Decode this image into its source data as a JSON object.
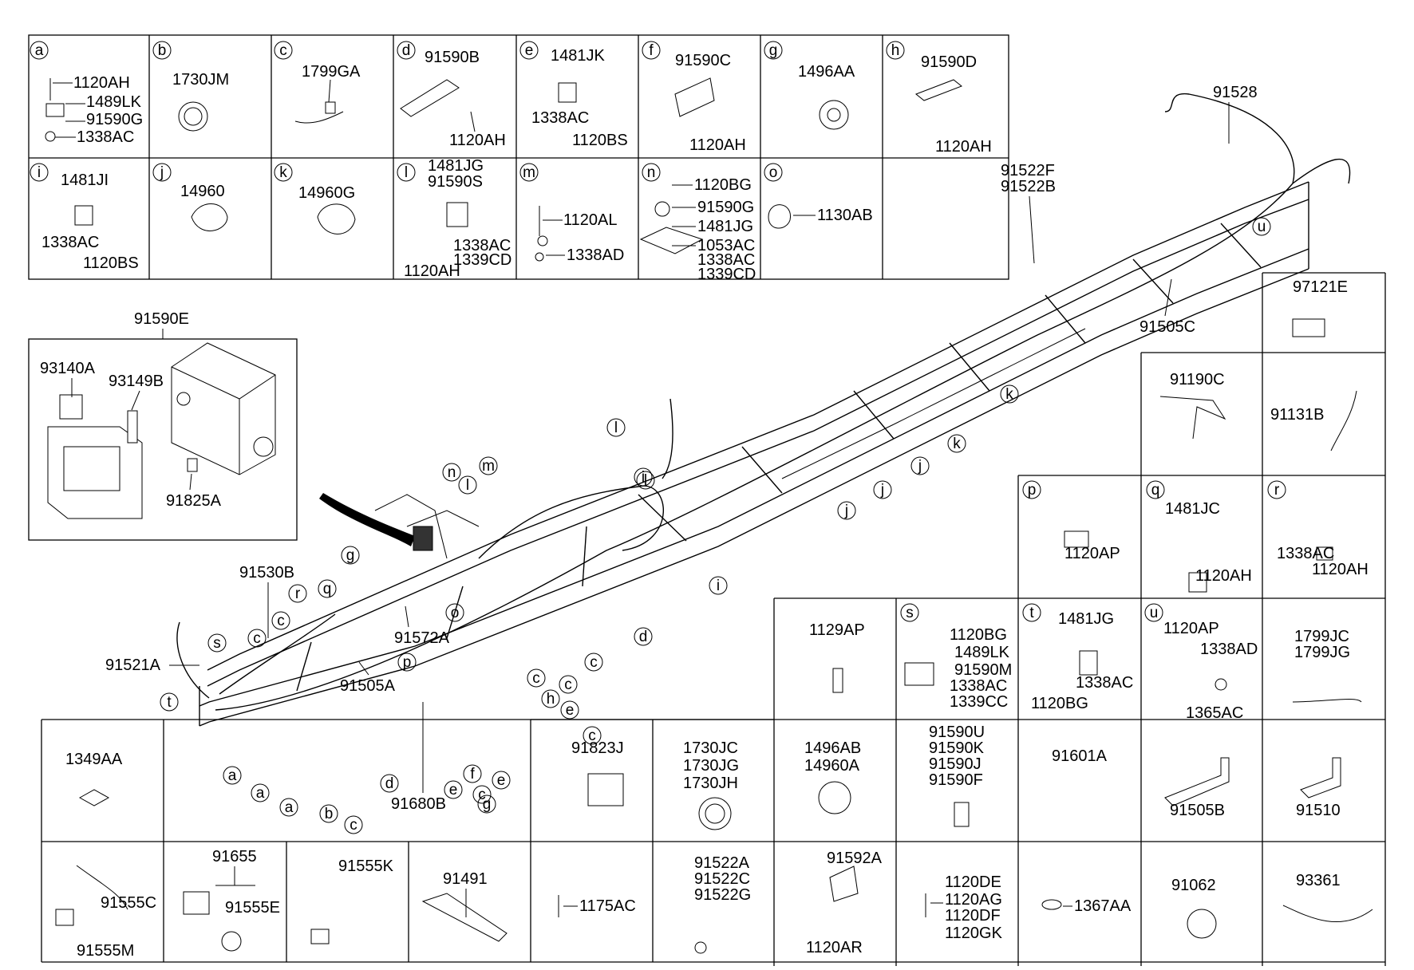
{
  "grid_top": [
    {
      "letter": "a",
      "parts": [
        "1120AH",
        "1489LK",
        "91590G",
        "1338AC"
      ]
    },
    {
      "letter": "b",
      "parts": [
        "1730JM"
      ]
    },
    {
      "letter": "c",
      "parts": [
        "1799GA"
      ]
    },
    {
      "letter": "d",
      "parts": [
        "91590B",
        "1120AH"
      ]
    },
    {
      "letter": "e",
      "parts": [
        "1481JK",
        "1338AC",
        "1120BS"
      ]
    },
    {
      "letter": "f",
      "parts": [
        "91590C",
        "1120AH"
      ]
    },
    {
      "letter": "g",
      "parts": [
        "1496AA"
      ]
    },
    {
      "letter": "h",
      "parts": [
        "91590D",
        "1120AH"
      ]
    },
    {
      "letter": "i",
      "parts": [
        "1481JI",
        "1338AC",
        "1120BS"
      ]
    },
    {
      "letter": "j",
      "parts": [
        "14960"
      ]
    },
    {
      "letter": "k",
      "parts": [
        "14960G"
      ]
    },
    {
      "letter": "l",
      "parts": [
        "1481JG",
        "91590S",
        "1338AC",
        "1339CD",
        "1120AH"
      ]
    },
    {
      "letter": "m",
      "parts": [
        "1120AL",
        "1338AD"
      ]
    },
    {
      "letter": "n",
      "parts": [
        "1120BG",
        "91590G",
        "1481JG",
        "1053AC",
        "1338AC",
        "1339CD"
      ]
    },
    {
      "letter": "o",
      "parts": [
        "1130AB"
      ]
    }
  ],
  "inset": {
    "title": "91590E",
    "parts": [
      "93140A",
      "93149B",
      "91825A"
    ]
  },
  "main": {
    "parts": [
      "91528",
      "91522F",
      "91522B",
      "91505C",
      "91530B",
      "91521A",
      "91572A",
      "91505A",
      "91680B"
    ],
    "callouts": [
      "a",
      "a",
      "a",
      "b",
      "c",
      "c",
      "c",
      "c",
      "c",
      "c",
      "c",
      "c",
      "d",
      "d",
      "e",
      "e",
      "e",
      "f",
      "g",
      "g",
      "h",
      "i",
      "i",
      "j",
      "j",
      "j",
      "k",
      "k",
      "l",
      "l",
      "l",
      "m",
      "n",
      "o",
      "p",
      "q",
      "r",
      "s",
      "t",
      "u"
    ]
  },
  "grid_right": [
    {
      "letter": "",
      "parts": [
        "97121E"
      ]
    },
    {
      "letter": "",
      "parts": [
        "91190C"
      ]
    },
    {
      "letter": "",
      "parts": [
        "91131B"
      ]
    },
    {
      "letter": "p",
      "parts": [
        "1120AP"
      ]
    },
    {
      "letter": "q",
      "parts": [
        "1481JC",
        "1120AH"
      ]
    },
    {
      "letter": "r",
      "parts": [
        "1338AC",
        "1120AH"
      ]
    }
  ],
  "grid_mid": [
    {
      "letter": "",
      "parts": [
        "1129AP"
      ]
    },
    {
      "letter": "s",
      "parts": [
        "1120BG",
        "1489LK",
        "91590M",
        "1338AC",
        "1339CC"
      ]
    },
    {
      "letter": "t",
      "parts": [
        "1481JG",
        "1338AC",
        "1120BG"
      ]
    },
    {
      "letter": "u",
      "parts": [
        "1120AP",
        "1338AD",
        "1365AC"
      ]
    },
    {
      "letter": "",
      "parts": [
        "1799JC",
        "1799JG"
      ]
    }
  ],
  "grid_bottom1": [
    {
      "parts": [
        "1349AA"
      ]
    },
    {
      "parts": [
        "91823J"
      ]
    },
    {
      "parts": [
        "1730JC",
        "1730JG",
        "1730JH"
      ]
    },
    {
      "parts": [
        "1496AB",
        "14960A"
      ]
    },
    {
      "parts": [
        "91590U",
        "91590K",
        "91590J",
        "91590F"
      ]
    },
    {
      "parts": [
        "91601A"
      ]
    },
    {
      "parts": [
        "91505B"
      ]
    },
    {
      "parts": [
        "91510"
      ]
    }
  ],
  "grid_bottom2": [
    {
      "parts": [
        "91555C",
        "91555M"
      ]
    },
    {
      "parts": [
        "91655",
        "91555E"
      ]
    },
    {
      "parts": [
        "91555K"
      ]
    },
    {
      "parts": [
        "91491"
      ]
    },
    {
      "parts": [
        "1175AC"
      ]
    },
    {
      "parts": [
        "91522A",
        "91522C",
        "91522G"
      ]
    },
    {
      "parts": [
        "91592A",
        "1120AR"
      ]
    },
    {
      "parts": [
        "1120DE",
        "1120AG",
        "1120DF",
        "1120GK"
      ]
    },
    {
      "parts": [
        "1367AA"
      ]
    },
    {
      "parts": [
        "91062"
      ]
    },
    {
      "parts": [
        "93361"
      ]
    }
  ]
}
